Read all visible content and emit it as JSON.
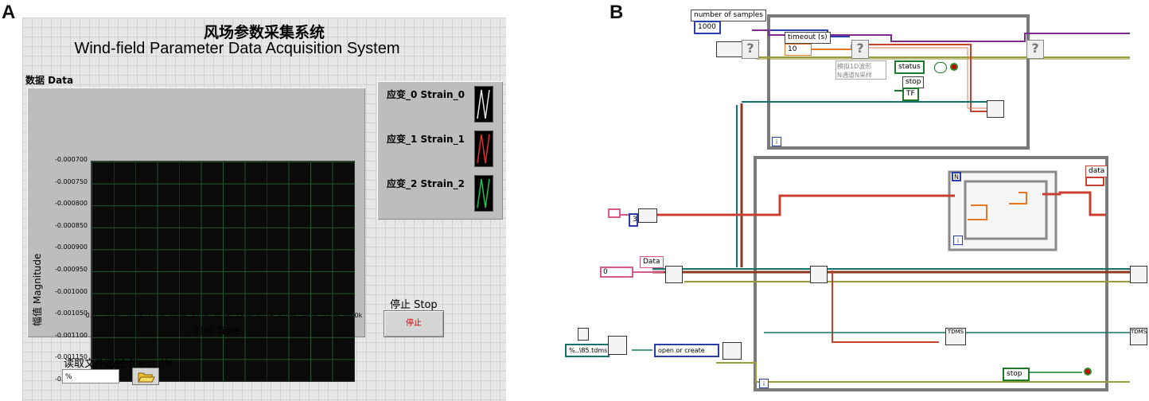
{
  "panels": {
    "a_letter": "A",
    "b_letter": "B"
  },
  "front_panel": {
    "title_cn": "风场参数采集系统",
    "title_en": "Wind-field Parameter Data Acquisition System",
    "graph_label": "数据  Data",
    "y_axis_label": "幅值 Magnitude",
    "x_axis_label": "时间 Time",
    "y_ticks": [
      "-0.000700",
      "-0.000750",
      "-0.000800",
      "-0.000850",
      "-0.000900",
      "-0.000950",
      "-0.001000",
      "-0.001050",
      "-0.001100",
      "-0.001150",
      "-0.001200"
    ],
    "x_ticks": [
      "0.0",
      "5.0k",
      "10.0k",
      "15.0k",
      "20.0k",
      "25.0k",
      "30.0k",
      "35.0k",
      "40.0k",
      "45.0k",
      "50.0k",
      "55.0k",
      "60.0k"
    ],
    "legend": [
      {
        "label": "应变_0  Strain_0",
        "color": "#e8e8e8"
      },
      {
        "label": "应变_1  Strain_1",
        "color": "#e03030"
      },
      {
        "label": "应变_2  Strain_2",
        "color": "#22c24a"
      }
    ],
    "stop_label": "停止 Stop",
    "stop_button_text": "停止",
    "file_path_label": "读取文件路径  file path",
    "file_path_value": "%",
    "colors": {
      "background": "#e6e6e6",
      "plot_bg": "#0a0a0a",
      "grid": "#1f5a2c",
      "stop_text": "#cc0000"
    }
  },
  "block_diagram": {
    "number_of_samples_label": "number of samples",
    "number_of_samples_value": "1000",
    "timeout_label": "timeout (s)",
    "timeout_value": "10",
    "daq_mode_text_1": "模拟1D波形",
    "daq_mode_text_2": "N通道N采样",
    "status_label": "status",
    "stop_label": "stop",
    "tf_text": "TF",
    "data_label": "Data",
    "data_indicator_label": "data",
    "n_label": "N",
    "i_label": "i",
    "const_3": "3",
    "const_0": "0",
    "file_path_value": "%..\\85.tdms",
    "open_mode": "open or create",
    "tdms_tag": "TDMS",
    "stop_local": "stop",
    "colors": {
      "loop": "#7a7a7a",
      "orange": "#e07a2a",
      "pink": "#d75a8c",
      "purple": "#7a2a8c",
      "green": "#1c7a2a",
      "teal": "#14726e",
      "olive": "#9a9a3a",
      "brown": "#8c3a20",
      "blue": "#2b3fa8"
    }
  }
}
